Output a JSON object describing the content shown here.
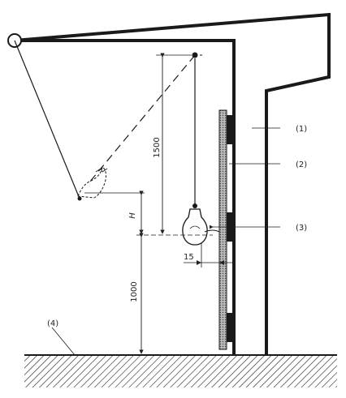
{
  "callouts": {
    "c1": "(1)",
    "c2": "(2)",
    "c3": "(3)",
    "c4": "(4)"
  },
  "dimensions": {
    "d1500": "1500",
    "dH": "H",
    "d1000": "1000",
    "d15": "15"
  }
}
